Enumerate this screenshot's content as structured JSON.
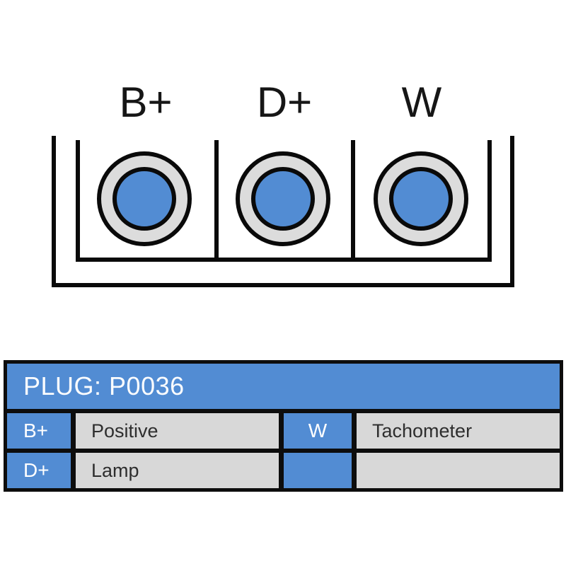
{
  "diagram": {
    "terminals": [
      {
        "label": "B+"
      },
      {
        "label": "D+"
      },
      {
        "label": "W"
      }
    ],
    "colors": {
      "pin_blue": "#528cd3",
      "ring_gray": "#dcdcdc",
      "line_black": "#0a0a0a"
    }
  },
  "plug_table": {
    "header": "PLUG: P0036",
    "rows": [
      {
        "left_pin": "B+",
        "left_desc": "Positive",
        "right_pin": "W",
        "right_desc": "Tachometer"
      },
      {
        "left_pin": "D+",
        "left_desc": "Lamp",
        "right_pin": "",
        "right_desc": ""
      }
    ],
    "colors": {
      "header_bg": "#528cd3",
      "pin_cell_bg": "#528cd3",
      "desc_cell_bg": "#d8d8d8",
      "table_border": "#0d0d0d",
      "header_text": "#ffffff",
      "pin_text": "#ffffff",
      "desc_text": "#2e2e2e"
    }
  }
}
